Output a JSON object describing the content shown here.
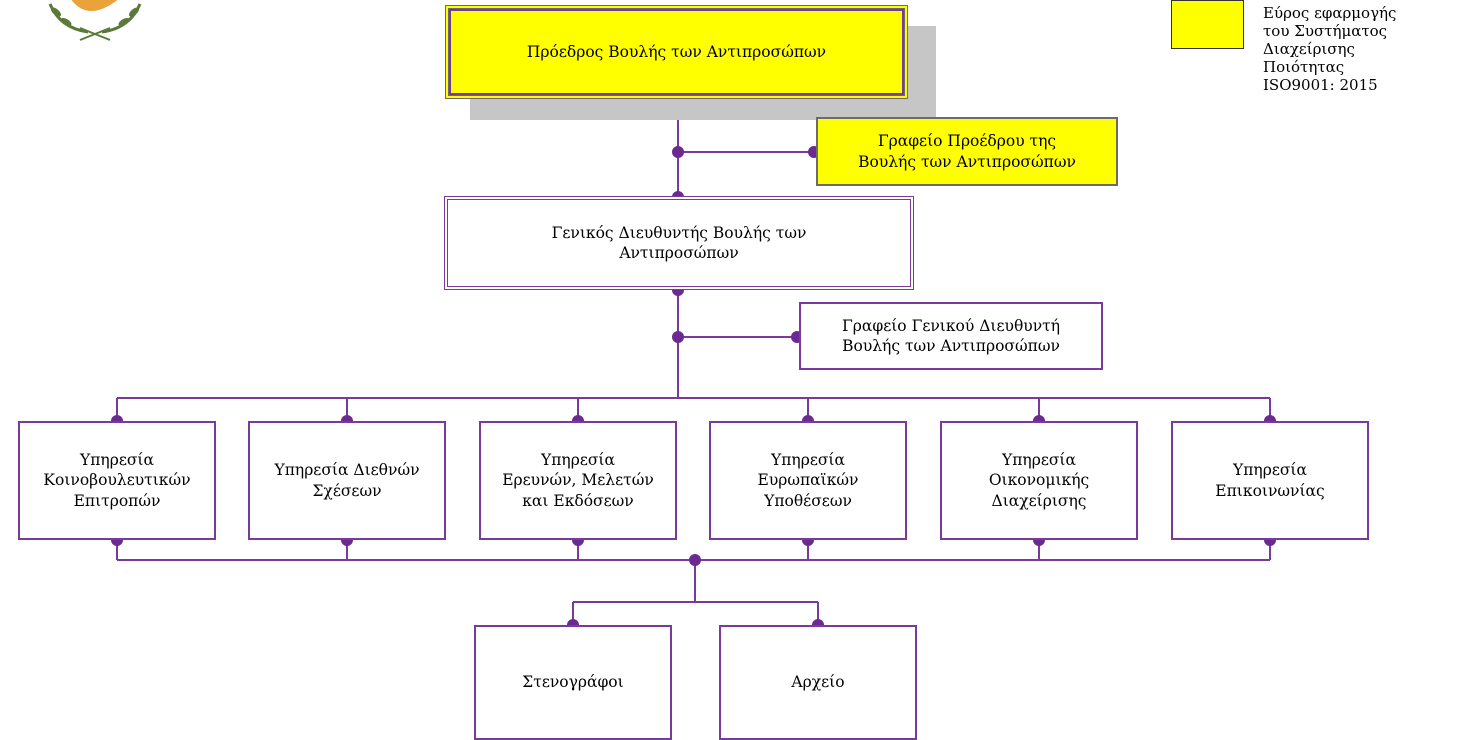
{
  "legend": {
    "color": "#ffff00",
    "text": "Εύρος εφαρμογής\nτου Συστήματος\nΔιαχείρισης\nΠοιότητας\nISO9001: 2015"
  },
  "colors": {
    "line": "#7a3a9a",
    "highlight": "#ffff00",
    "shadow": "#c6c6c6"
  },
  "nodes": {
    "president": "Πρόεδρος Βουλής των Αντιπροσώπων",
    "president_office": [
      "Γραφείο Προέδρου της",
      "Βουλής των Αντιπροσώπων"
    ],
    "director_general": [
      "Γενικός Διευθυντής Βουλής των",
      "Αντιπροσώπων"
    ],
    "dg_office": [
      "Γραφείο Γενικού Διευθυντή",
      "Βουλής των Αντιπροσώπων"
    ],
    "services": [
      [
        "Υπηρεσία",
        "Κοινοβουλευτικών",
        "Επιτροπών"
      ],
      [
        "Υπηρεσία Διεθνών",
        "Σχέσεων"
      ],
      [
        "Υπηρεσία",
        "Ερευνών, Μελετών",
        "και Εκδόσεων"
      ],
      [
        "Υπηρεσία",
        "Ευρωπαϊκών",
        "Υποθέσεων"
      ],
      [
        "Υπηρεσία",
        "Οικονομικής",
        "Διαχείρισης"
      ],
      [
        "Υπηρεσία",
        "Επικοινωνίας"
      ]
    ],
    "stenographers": "Στενογράφοι",
    "archive": "Αρχείο"
  }
}
